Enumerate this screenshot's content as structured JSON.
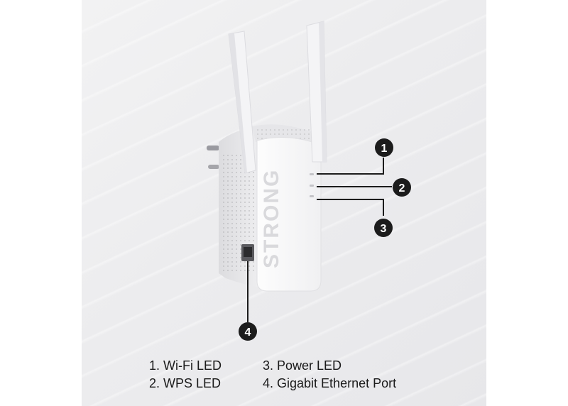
{
  "brand": "STRONG",
  "callouts": [
    {
      "number": "1"
    },
    {
      "number": "2"
    },
    {
      "number": "3"
    },
    {
      "number": "4"
    }
  ],
  "legend": [
    "1. Wi-Fi LED",
    "2. WPS LED",
    "3. Power LED",
    "4. Gigabit Ethernet Port"
  ],
  "colors": {
    "badge": "#1c1c1c",
    "line": "#1c1c1c",
    "device": "#ffffff"
  }
}
